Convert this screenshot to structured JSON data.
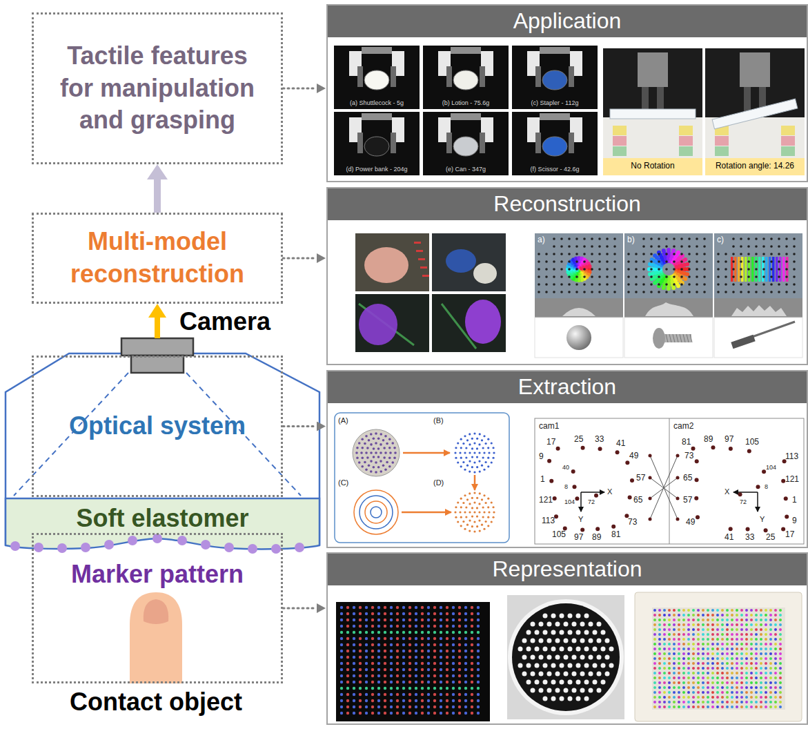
{
  "diagram": {
    "nodes": [
      {
        "text": [
          "Tactile features for manipulation and grasping"
        ]
      },
      {
        "text": [
          "Multi-model reconstruction"
        ]
      },
      {
        "text": [
          "Camera"
        ]
      },
      {
        "text": [
          "Optical system"
        ]
      },
      {
        "text": [
          "Soft elastomer"
        ]
      },
      {
        "text": [
          "Marker pattern"
        ]
      },
      {
        "text": [
          "Contact object"
        ]
      },
      {
        "text": [
          "Application"
        ]
      },
      {
        "text": [
          "Reconstruction"
        ]
      },
      {
        "text": [
          "Extraction"
        ]
      },
      {
        "text": [
          "Representation"
        ]
      }
    ],
    "edges": [
      {
        "from": 0,
        "to": 7,
        "arrow": "to"
      },
      {
        "from": 1,
        "to": 8,
        "arrow": "to"
      },
      {
        "from": 3,
        "to": 9,
        "arrow": "to"
      },
      {
        "from": 5,
        "to": 10,
        "arrow": "to"
      },
      {
        "from": 1,
        "to": 0,
        "arrow": "to"
      },
      {
        "from": 2,
        "to": 1,
        "arrow": "to"
      }
    ],
    "labels": [
      "(a) Shuttlecock - 5g",
      "(b) Lotion - 75.6g",
      "(c) Stapler - 112g",
      "(d) Power bank - 204g",
      "(e) Can - 347g",
      "(f) Scissor - 42.6g",
      "No Rotation",
      "Rotation angle: 14.26",
      "a)",
      "b)",
      "c)",
      "(A)",
      "(B)",
      "(C)",
      "(D)",
      "cam1",
      "cam2",
      "17",
      "25",
      "33",
      "41",
      "9",
      "49",
      "1",
      "40",
      "57",
      "8",
      "X",
      "121",
      "104",
      "72",
      "65",
      "113",
      "73",
      "Y",
      "105",
      "97",
      "89",
      "81",
      "81",
      "89",
      "97",
      "105",
      "113",
      "73",
      "121",
      "65",
      "104",
      "72",
      "X",
      "8",
      "57",
      "1",
      "49",
      "9",
      "41",
      "33",
      "Y",
      "25",
      "17"
    ]
  }
}
